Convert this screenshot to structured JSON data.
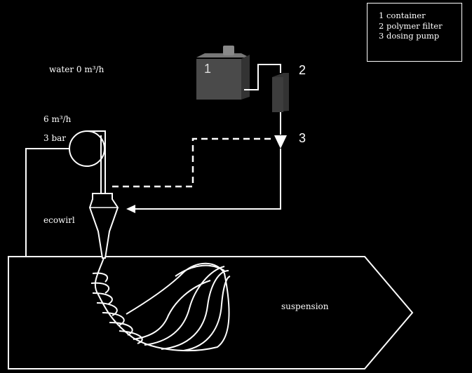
{
  "legend": {
    "items": [
      "1 container",
      "2 polymer filter",
      "3 dosing pump"
    ]
  },
  "labels": {
    "water": "water 0  m³/h",
    "flow": "6 m³/h",
    "pressure": "3 bar",
    "ecowirl": "ecowirl",
    "suspension": "suspension",
    "n1": "1",
    "n2": "2",
    "n3": "3"
  },
  "colors": {
    "background": "#000000",
    "line": "#ffffff",
    "container": "#555555"
  }
}
